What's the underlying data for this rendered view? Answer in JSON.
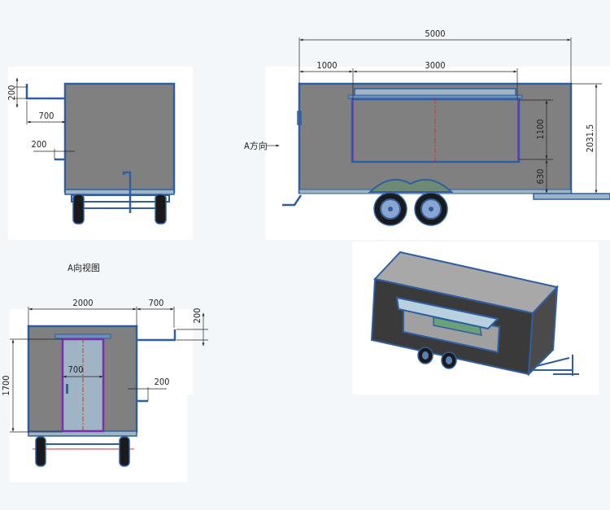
{
  "front_view": {
    "dim_handle_height": "200",
    "dim_handle_offset": "700",
    "dim_step_offset": "200"
  },
  "side_view": {
    "dim_total_length": "5000",
    "dim_window_offset": "1000",
    "dim_window_width": "3000",
    "dim_window_height": "1100",
    "dim_sill_height": "630",
    "dim_total_height": "2031.5",
    "view_direction_label": "A方向"
  },
  "rear_view": {
    "title": "A向视图",
    "dim_width": "2000",
    "dim_handle_offset": "700",
    "dim_handle_height": "200",
    "dim_height": "1700",
    "dim_door_width": "700",
    "dim_step_offset": "200"
  },
  "colors": {
    "panel": "#808080",
    "frame": "#2f5f9f",
    "door_frame": "#7a2fb0",
    "centerline": "#d03030",
    "glass": "#9fb4c4",
    "iso_side": "#3a3a3a",
    "iso_top": "#a8a8a8"
  }
}
